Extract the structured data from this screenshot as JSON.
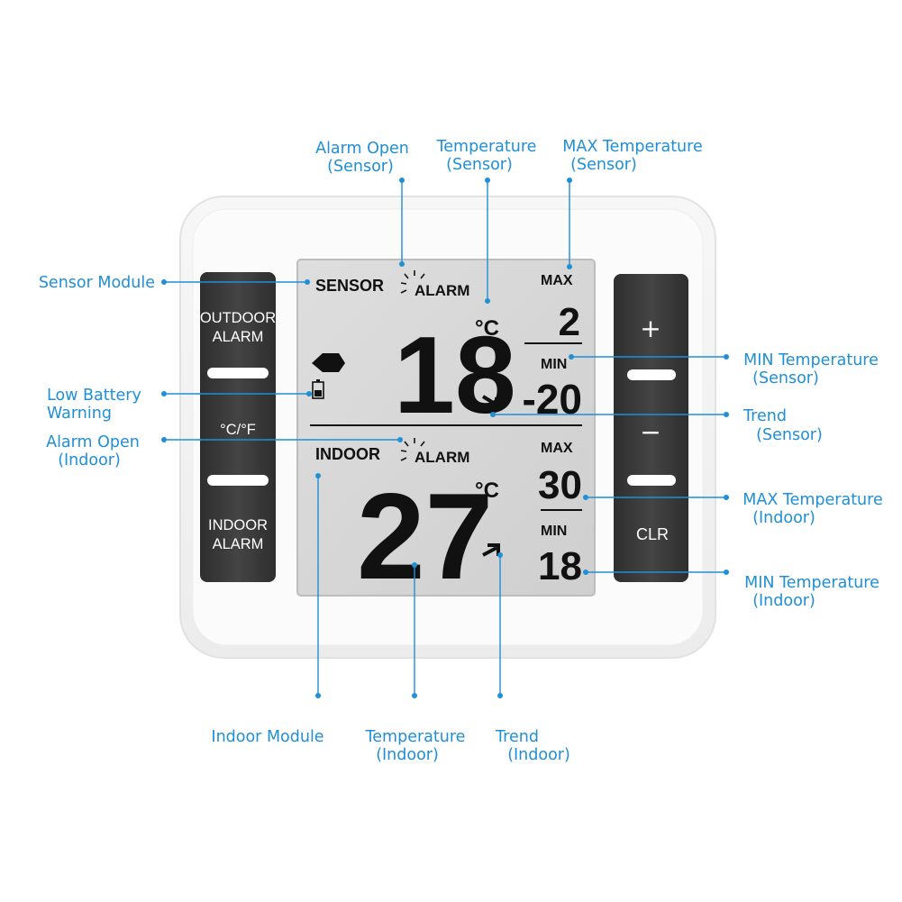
{
  "device": {
    "left_buttons": {
      "outdoor_alarm": [
        "OUTDOOR",
        "ALARM"
      ],
      "unit_toggle": "°C/°F",
      "indoor_alarm": [
        "INDOOR",
        "ALARM"
      ]
    },
    "right_buttons": {
      "plus": "+",
      "minus": "−",
      "clear": "CLR"
    },
    "lcd": {
      "sensor": {
        "module_label": "SENSOR",
        "alarm_label": "ALARM",
        "temperature": "18",
        "unit": "°C",
        "max_label": "MAX",
        "max_value": "2",
        "min_label": "MIN",
        "min_value": "-20"
      },
      "indoor": {
        "module_label": "INDOOR",
        "alarm_label": "ALARM",
        "temperature": "27",
        "unit": "°C",
        "max_label": "MAX",
        "max_value": "30",
        "min_label": "MIN",
        "min_value": "18"
      }
    }
  },
  "callouts": {
    "alarm_open_sensor": [
      "Alarm Open",
      "(Sensor)"
    ],
    "temperature_sensor": [
      "Temperature",
      "(Sensor)"
    ],
    "max_temperature_sensor": [
      "MAX Temperature",
      "(Sensor)"
    ],
    "sensor_module": "Sensor Module",
    "low_battery": [
      "Low Battery",
      "Warning"
    ],
    "alarm_open_indoor": [
      "Alarm Open",
      "(Indoor)"
    ],
    "min_temperature_sensor": [
      "MIN Temperature",
      "(Sensor)"
    ],
    "trend_sensor": [
      "Trend",
      "(Sensor)"
    ],
    "max_temperature_indoor": [
      "MAX Temperature",
      "(Indoor)"
    ],
    "min_temperature_indoor": [
      "MIN Temperature",
      "(Indoor)"
    ],
    "indoor_module": "Indoor Module",
    "temperature_indoor": [
      "Temperature",
      "(Indoor)"
    ],
    "trend_indoor": [
      "Trend",
      "(Indoor)"
    ]
  },
  "colors": {
    "callout": "#1f8fd6",
    "lcd_background": "#d9d9d9",
    "button_dark": "#3a3a3a",
    "housing": "#ffffff"
  }
}
